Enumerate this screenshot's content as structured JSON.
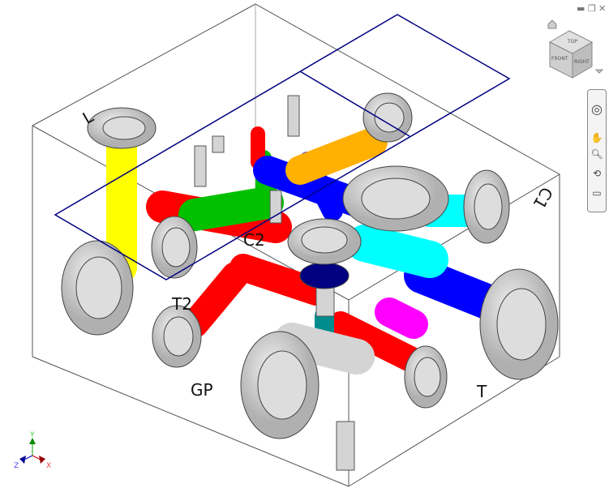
{
  "viewport": {
    "port_labels": {
      "l": "L",
      "c2": "C2",
      "t2": "T2",
      "gp": "GP",
      "t": "T",
      "c1": "C1"
    }
  },
  "viewcube": {
    "top": "TOP",
    "front": "FRONT",
    "right": "RIGHT"
  },
  "axis_triad": {
    "x": "X",
    "y": "Y",
    "z": "Z"
  },
  "colors": {
    "red": "#ff0000",
    "green": "#00c000",
    "yellow": "#ffff00",
    "blue": "#0000ff",
    "cyan": "#00ffff",
    "orange": "#ffb000",
    "teal": "#008c8c",
    "magenta": "#ff00ff",
    "navy": "#000080",
    "metal": "#d4d4d4"
  },
  "icons": [
    "home-icon",
    "viewcube-menu-icon",
    "steering-wheel-icon",
    "pan-icon",
    "zoom-icon",
    "orbit-icon",
    "look-at-icon",
    "minimize-icon",
    "restore-icon",
    "close-icon"
  ]
}
